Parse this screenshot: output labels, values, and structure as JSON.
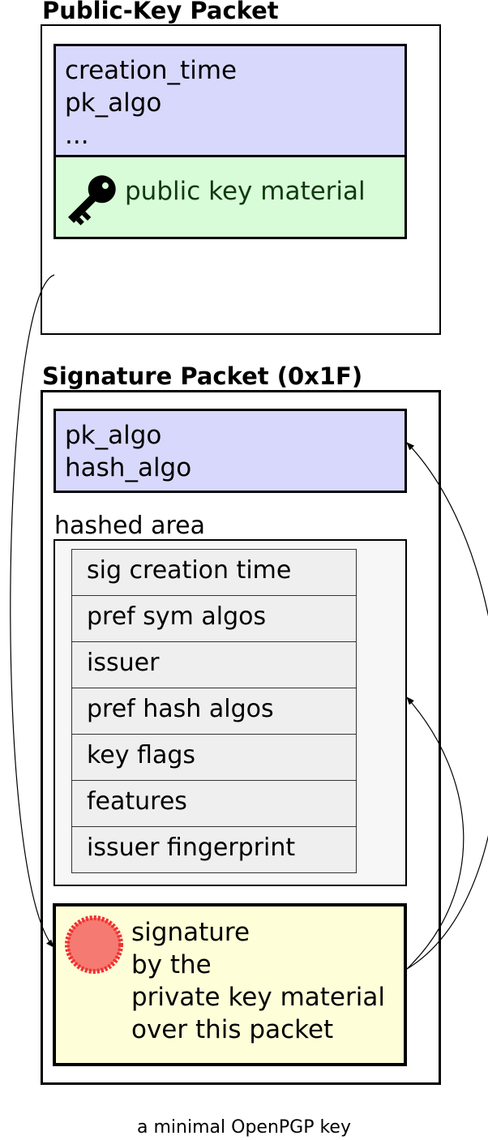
{
  "public_key_packet": {
    "title": "Public-Key Packet",
    "fields": [
      "creation_time",
      "pk_algo",
      "..."
    ],
    "material_label": "public key material",
    "material_icon": "key-icon"
  },
  "signature_packet": {
    "title": "Signature Packet (0x1F)",
    "fields": [
      "pk_algo",
      "hash_algo"
    ],
    "hashed_area": {
      "label": "hashed area",
      "subpackets": [
        "sig creation time",
        "pref sym algos",
        "issuer",
        "pref hash algos",
        "key flags",
        "features",
        "issuer fingerprint"
      ]
    },
    "signature": {
      "icon": "seal-icon",
      "lines": [
        "signature",
        "by the",
        "private key material",
        "over this packet"
      ]
    }
  },
  "caption": "a minimal OpenPGP key",
  "colors": {
    "header_fill": "#d8d8fc",
    "key_material_fill": "#d8fcd8",
    "signature_fill": "#fefed8",
    "seal_fill": "#f47a72",
    "seal_stroke": "#f23030"
  }
}
